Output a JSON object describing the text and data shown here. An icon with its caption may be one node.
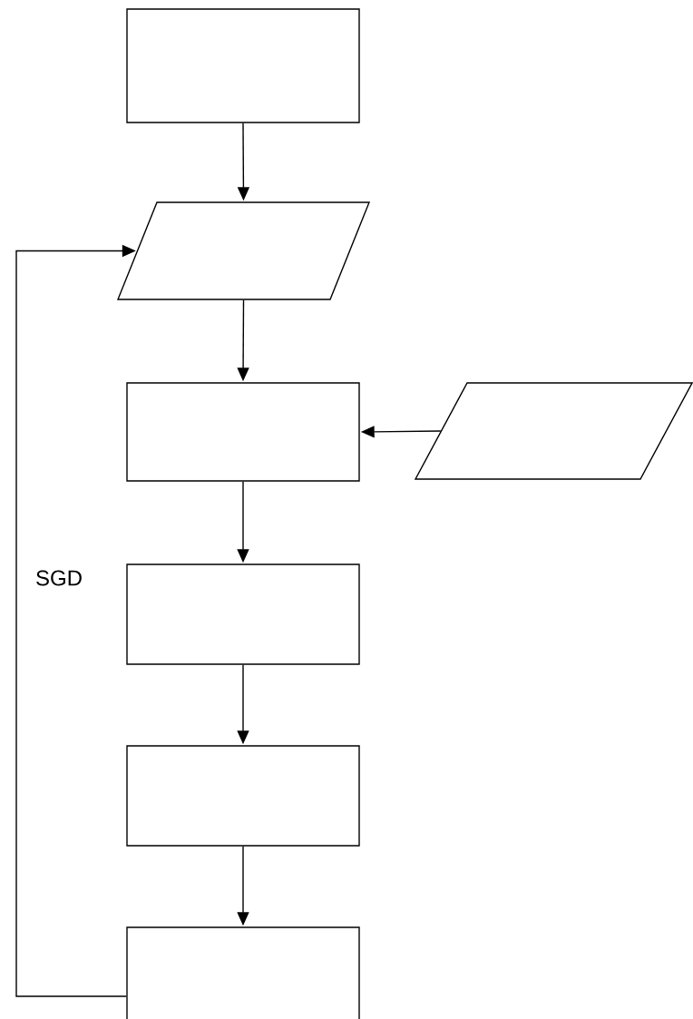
{
  "diagram": {
    "nodes": [
      {
        "text": [],
        "shape": "box"
      },
      {
        "text": [],
        "shape": "parallelogram"
      },
      {
        "text": [],
        "shape": "box"
      },
      {
        "text": [],
        "shape": "parallelogram"
      },
      {
        "text": [],
        "shape": "box"
      },
      {
        "text": [],
        "shape": "box"
      },
      {
        "text": [],
        "shape": "box"
      }
    ],
    "edges": [
      {
        "from": 0,
        "to": 1,
        "arrow": "to"
      },
      {
        "from": 1,
        "to": 2,
        "arrow": "to"
      },
      {
        "from": 3,
        "to": 2,
        "arrow": "to"
      },
      {
        "from": 2,
        "to": 4,
        "arrow": "to"
      },
      {
        "from": 4,
        "to": 5,
        "arrow": "to"
      },
      {
        "from": 5,
        "to": 6,
        "arrow": "to"
      },
      {
        "from": 6,
        "to": 1,
        "arrow": "to",
        "label": "SGD"
      }
    ]
  }
}
